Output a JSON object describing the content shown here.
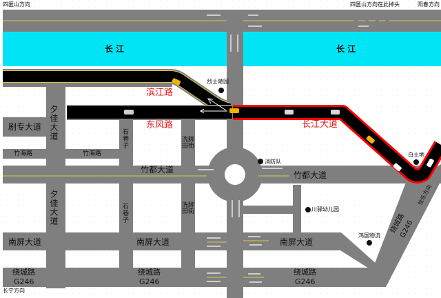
{
  "map": {
    "colors": {
      "road": "#7f7f7f",
      "river": "#00e5f5",
      "congested_road": "#000000",
      "congestion_border": "#ff0000",
      "yellow_line": "#d8c84a",
      "background": "#ffffff",
      "car_yellow": "#f0b400",
      "car_white": "#e8e8e8"
    },
    "directions": {
      "top_left": "四匿山方向",
      "top_center_right": "四匿山方向在此掉头",
      "top_right": "阳春方向",
      "bottom_left": "长宁方向",
      "right_diagonal": "怡乐方向"
    },
    "river": {
      "left_label": "长 江",
      "right_label": "长 江"
    },
    "roads": {
      "binjiang": "滨江路",
      "dongfeng": "东风路",
      "changjiang_avenue": "长江大道",
      "xijia_upper": "夕佳大道",
      "xijia_lower": "夕佳大道",
      "juzhuan": "剧专大道",
      "zhuhai_left": "竹海路",
      "zhuhai_mid": "竹海路",
      "zhudu_left": "竹都大道",
      "zhudu_right": "竹都大道",
      "shixiangzi_upper": "石巷子",
      "shixiangzi_lower": "石巷子",
      "xijiaotian_upper": "洗脚田街",
      "xijiaotian_lower": "洗脚田街",
      "nanping_left": "南屏大道",
      "nanping_mid": "南屏大道",
      "nanping_right": "南屏大道",
      "raocheng_left": "绕城路",
      "raocheng_left_code": "G246",
      "raocheng_mid": "绕城路",
      "raocheng_mid_code": "G246",
      "raocheng_right": "绕城路",
      "raocheng_right_code": "G246",
      "raocheng_diag": "绕城路",
      "raocheng_diag_code": "G246"
    },
    "pois": {
      "lieshi": "烈士陵园",
      "xiaofang": "消防队",
      "baitu": "白土地",
      "kindergarten": "川驿幼儿园",
      "logistics": "鸿国物流"
    }
  }
}
